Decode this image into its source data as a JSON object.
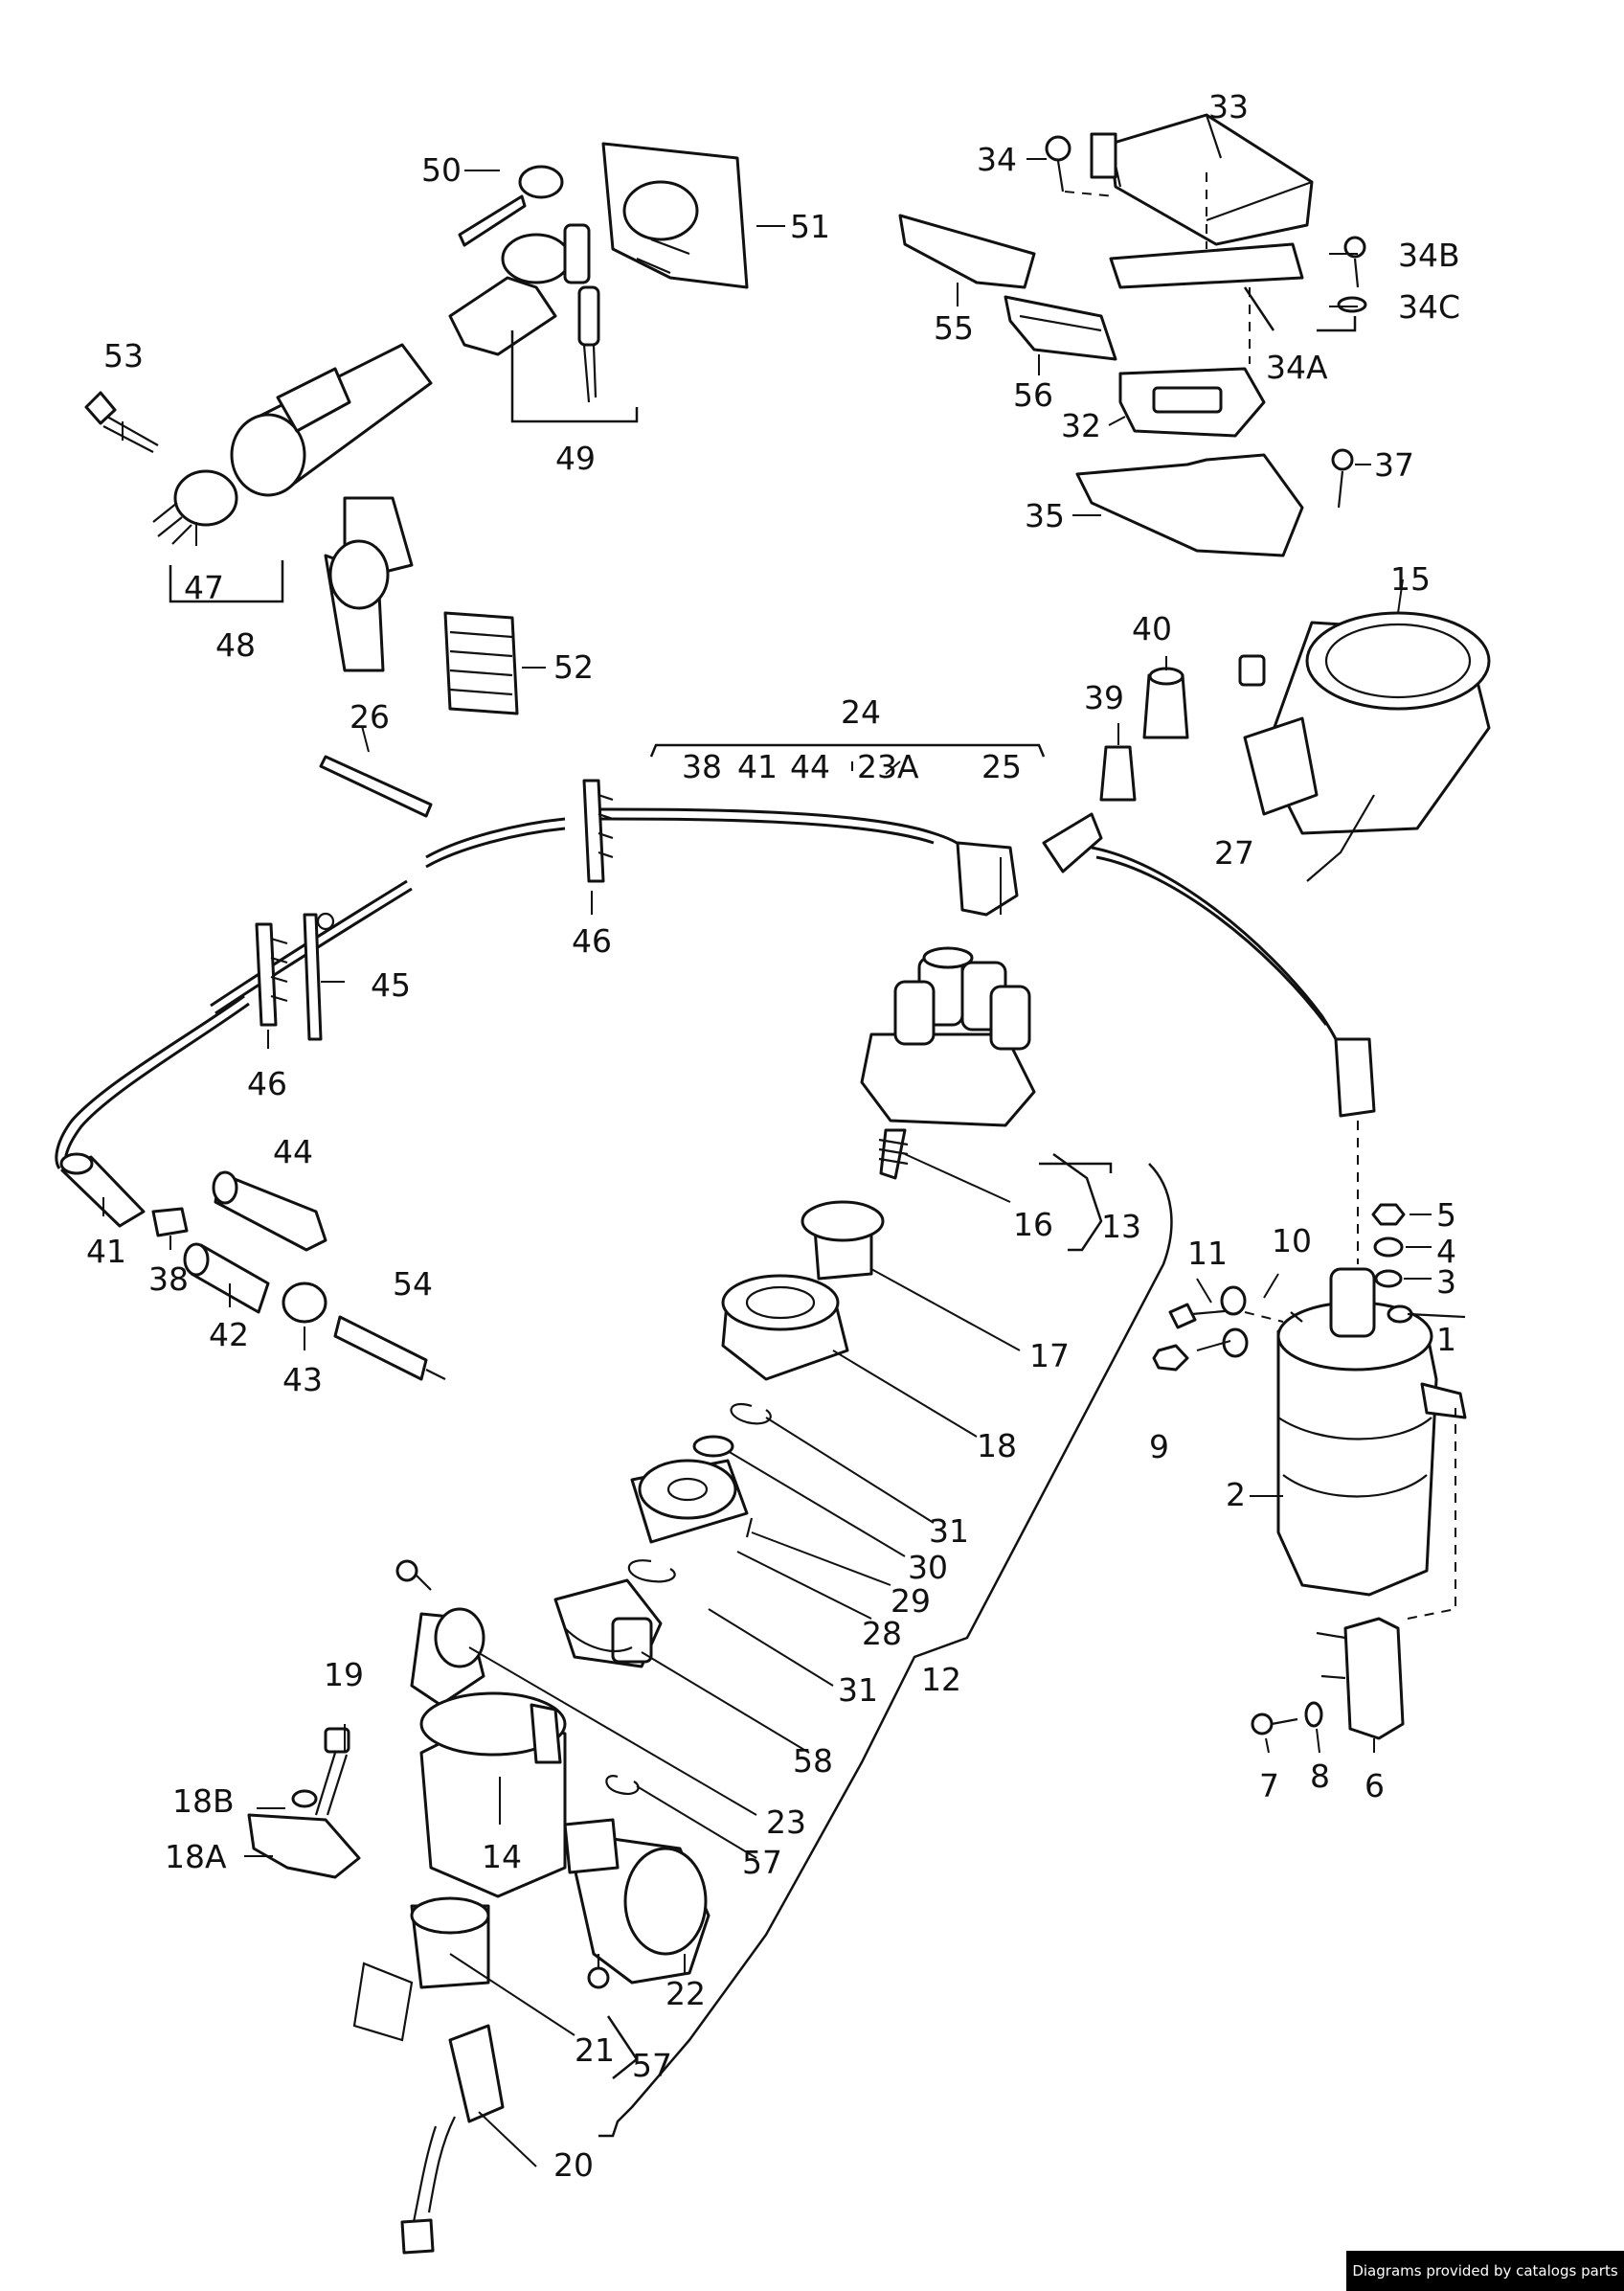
{
  "diagram": {
    "labels": {
      "l50": "50",
      "l51": "51",
      "l53": "53",
      "l49": "49",
      "l47": "47",
      "l48": "48",
      "l52": "52",
      "l33": "33",
      "l34": "34",
      "l34B": "34B",
      "l34C": "34C",
      "l55": "55",
      "l56": "56",
      "l34A": "34A",
      "l32": "32",
      "l37": "37",
      "l35": "35",
      "l15": "15",
      "l40": "40",
      "l39": "39",
      "l27": "27",
      "l26": "26",
      "l24": "24",
      "l38a": "38",
      "l41a": "41",
      "l44a": "44",
      "l23A": "23A",
      "l25": "25",
      "l46a": "46",
      "l45": "45",
      "l46b": "46",
      "l44b": "44",
      "l41b": "41",
      "l38b": "38",
      "l54": "54",
      "l42": "42",
      "l43": "43",
      "l16": "16",
      "l13": "13",
      "l17": "17",
      "l18": "18",
      "l31a": "31",
      "l30": "30",
      "l29": "29",
      "l28": "28",
      "l31b": "31",
      "l12": "12",
      "l58": "58",
      "l19": "19",
      "l18B": "18B",
      "l18A": "18A",
      "l14": "14",
      "l23": "23",
      "l57a": "57",
      "l22": "22",
      "l21": "21",
      "l57b": "57",
      "l20": "20",
      "l5": "5",
      "l4": "4",
      "l3": "3",
      "l1": "1",
      "l11": "11",
      "l10": "10",
      "l9": "9",
      "l2": "2",
      "l7": "7",
      "l8": "8",
      "l6": "6"
    }
  },
  "footer": {
    "credit": "Diagrams provided by catalogs parts"
  }
}
